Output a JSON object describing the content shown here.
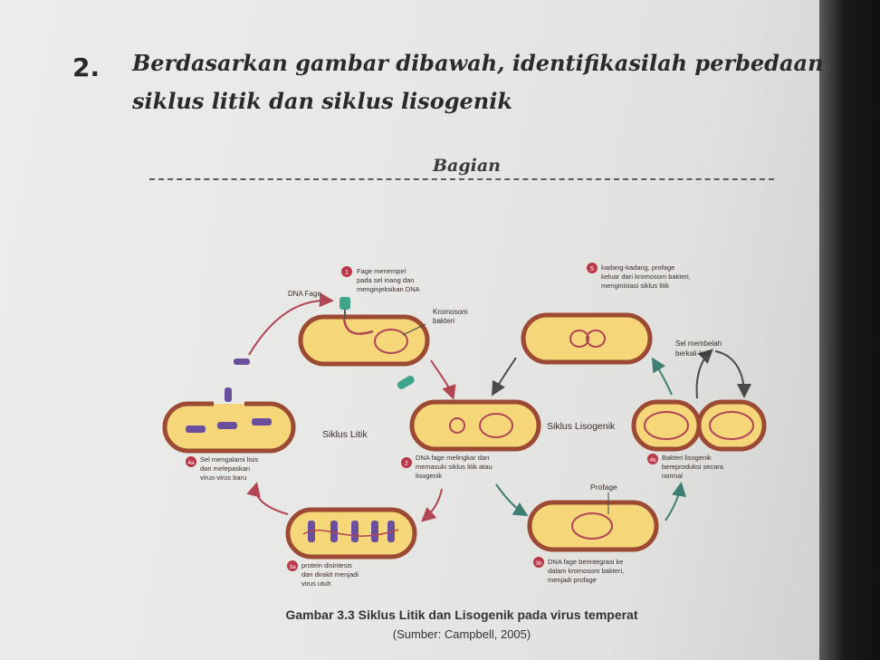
{
  "question": {
    "number": "2.",
    "line1": "Berdasarkan gambar dibawah, identifikasilah perbedaan",
    "line2": "siklus litik dan siklus lisogenik"
  },
  "section_label": "Bagian",
  "diagram": {
    "center_labels": {
      "lytic": "Siklus Litik",
      "lysogenic": "Siklus Lisogenik"
    },
    "labels": {
      "dna_fage": "DNA Fage",
      "kromosom_1": "Kromosom",
      "kromosom_2": "bakteri",
      "profage": "Profage",
      "sel_membelah_1": "Sel membelah",
      "sel_membelah_2": "berkali-kali"
    },
    "steps": {
      "s1": {
        "badge": "1",
        "lines": [
          "Fage menempel",
          "pada sel inang dan",
          "menginjeksikan DNA"
        ]
      },
      "s2": {
        "badge": "2",
        "lines": [
          "DNA fage melingkar dan",
          "memasuki siklus litik atau",
          "lisogenik"
        ]
      },
      "s3a": {
        "badge": "3a",
        "lines": [
          "protein disintesis",
          "dan dirakit menjadi",
          "virus utuh"
        ]
      },
      "s4a": {
        "badge": "4a",
        "lines": [
          "Sel mengalami lisis",
          "dan melepaskan",
          "virus-virus baru"
        ]
      },
      "s3b": {
        "badge": "3b",
        "lines": [
          "DNA fage berintegrasi ke",
          "dalam kromosom bakteri,",
          "menjadi profage"
        ]
      },
      "s4b": {
        "badge": "4b",
        "lines": [
          "Bakteri lisogenik",
          "bereproduksi secara",
          "normal"
        ]
      },
      "s5": {
        "badge": "5",
        "lines": [
          "kadang-kadang, profage",
          "keluar dari kromosom bakteri,",
          "menginisiasi siklus litik"
        ]
      }
    },
    "colors": {
      "cell_fill": "#f5d77a",
      "cell_outline": "#9c4a33",
      "chromosome": "#b04655",
      "arrow_lytic": "#b24552",
      "arrow_lyso": "#3f7f73",
      "badge": "#b8384a"
    }
  },
  "caption": "Gambar 3.3 Siklus Litik dan Lisogenik pada virus temperat",
  "source": "(Sumber: Campbell, 2005)"
}
